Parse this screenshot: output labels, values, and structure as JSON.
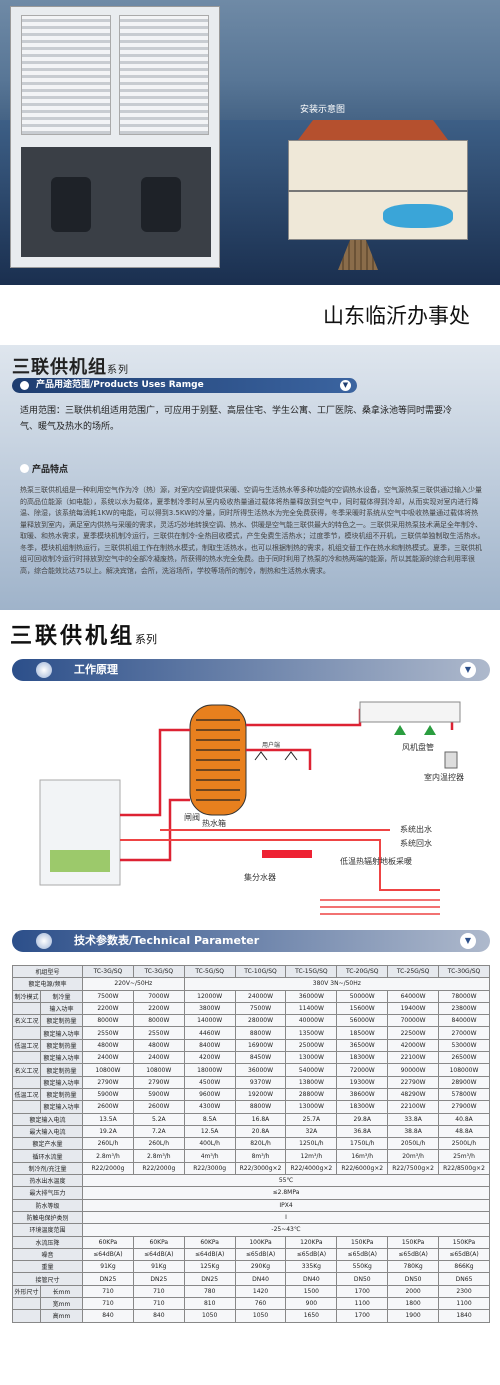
{
  "hero": {
    "install_label": "安装示意图"
  },
  "city_label": "山东临沂办事处",
  "series": {
    "title": "三联供机组",
    "suffix": "系列"
  },
  "usage_bar": {
    "label": "产品用途范围/Products Uses Ramge"
  },
  "usage_text": "适用范围：三联供机组适用范围广，可应用于别墅、高层住宅、学生公寓、工厂医院、桑拿泳池等同时需要冷气、暖气及热水的场所。",
  "features": {
    "title": "产品特点",
    "text": "热泵三联供机组是一种利用空气作为冷（热）源，对室内空调提供采暖、空调与生活热水等多种功能的空调热水设备，空气源热泵三联供通过输入少量的高品位能源（如电能），系统以水为载体，夏季制冷季时从室内吸收热量通过载体将热量释放到空气中，同时载体得到冷却，从而实现对室内进行降温、除湿，该系统每消耗1KW的电能，可以得到3.5KW的冷量，同时所得生活热水为完全免费获得，冬季采暖时系统从空气中吸收热量通过载体将热量释放到室内，满足室内供热与采暖的需求，灵活巧妙地转换空调、热水、供暖是空气能三联供最大的特色之一。三联供采用热泵技术满足全年制冷、取暖、和热水需求，夏季模块机制冷运行，三联供在制冷-全热回收模式，产生免费生活热水；过度季节，模块机组不开机，三联供单独制取生活热水。冬季，模块机组制热运行，三联供机组工作在制热水模式，制取生活热水，也可以根据制热的需求，机组交替工作在热水和制热模式。夏季，三联供机组可回收制冷运行时排放到空气中的全部冷凝废热，所获得的热水完全免费。由于同时利用了热泵的冷和热两端的能源，所以其能源的综合利用率很高，综合能效比达75以上。解决宾馆，会所，洗浴场所，学校等场所的制冷，制热和生活热水需求。"
  },
  "series2": {
    "title": "三联供机组",
    "suffix": "系列"
  },
  "work_bar": {
    "label": "工作原理"
  },
  "diagram": {
    "tank": "热水箱",
    "user": "用户端",
    "fan": "风机盘管",
    "thermostat": "室内温控器",
    "valve": "闸阀",
    "supply": "系统出水",
    "return": "系统回水",
    "floor": "低温热辐射地板采暖",
    "manifold": "集分水器"
  },
  "param_bar": {
    "label": "技术参数表/Technical Parameter"
  },
  "table": {
    "header": [
      "机组型号",
      "TC-3G/SQ",
      "TC-3G/SQ",
      "TC-5G/SQ",
      "TC-10G/SQ",
      "TC-15G/SQ",
      "TC-20G/SQ",
      "TC-25G/SQ",
      "TC-30G/SQ"
    ],
    "rows": [
      [
        "额定电源/频率",
        "220V~/50Hz",
        "",
        "",
        "380V 3N~/50Hz",
        "",
        "",
        "",
        ""
      ],
      [
        "制冷模式",
        "制冷量",
        "7500W",
        "7000W",
        "12000W",
        "24000W",
        "36000W",
        "50000W",
        "64000W",
        "78000W"
      ],
      [
        "",
        "输入功率",
        "2200W",
        "2200W",
        "3800W",
        "7500W",
        "11400W",
        "15600W",
        "19400W",
        "23800W"
      ],
      [
        "名义工况",
        "额定制热量",
        "8000W",
        "8000W",
        "14000W",
        "28000W",
        "40000W",
        "56000W",
        "70000W",
        "84000W"
      ],
      [
        "",
        "额定输入功率",
        "2550W",
        "2550W",
        "4460W",
        "8800W",
        "13500W",
        "18500W",
        "22500W",
        "27000W"
      ],
      [
        "低温工况",
        "额定制热量",
        "4800W",
        "4800W",
        "8400W",
        "16900W",
        "25000W",
        "36500W",
        "42000W",
        "53000W"
      ],
      [
        "",
        "额定输入功率",
        "2400W",
        "2400W",
        "4200W",
        "8450W",
        "13000W",
        "18300W",
        "22100W",
        "26500W"
      ],
      [
        "名义工况",
        "额定制热量",
        "10800W",
        "10800W",
        "18000W",
        "36000W",
        "54000W",
        "72000W",
        "90000W",
        "108000W"
      ],
      [
        "",
        "额定输入功率",
        "2790W",
        "2790W",
        "4500W",
        "9370W",
        "13800W",
        "19300W",
        "22790W",
        "28900W"
      ],
      [
        "低温工况",
        "额定制热量",
        "5900W",
        "5900W",
        "9600W",
        "19200W",
        "28800W",
        "38600W",
        "48290W",
        "57800W"
      ],
      [
        "",
        "额定输入功率",
        "2600W",
        "2600W",
        "4300W",
        "8800W",
        "13000W",
        "18300W",
        "22100W",
        "27900W"
      ],
      [
        "额定输入电流",
        "",
        "13.5A",
        "5.2A",
        "8.5A",
        "16.8A",
        "25.7A",
        "29.8A",
        "33.8A",
        "40.8A"
      ],
      [
        "最大输入电流",
        "",
        "19.2A",
        "7.2A",
        "12.5A",
        "20.8A",
        "32A",
        "36.8A",
        "38.8A",
        "48.8A"
      ],
      [
        "额定产水量",
        "",
        "260L/h",
        "260L/h",
        "400L/h",
        "820L/h",
        "1250L/h",
        "1750L/h",
        "2050L/h",
        "2500L/h"
      ],
      [
        "循环水流量",
        "",
        "2.8m³/h",
        "2.8m³/h",
        "4m³/h",
        "8m³/h",
        "12m³/h",
        "16m³/h",
        "20m³/h",
        "25m³/h"
      ],
      [
        "制冷剂/充注量",
        "",
        "R22/2000g",
        "R22/2000g",
        "R22/3000g",
        "R22/3000g×2",
        "R22/4000g×2",
        "R22/6000g×2",
        "R22/7500g×2",
        "R22/8500g×2"
      ],
      [
        "热水出水温度",
        "",
        "55℃",
        "",
        "",
        "",
        "",
        "",
        "",
        ""
      ],
      [
        "最大排气压力",
        "",
        "≤2.8MPa",
        "",
        "",
        "",
        "",
        "",
        "",
        ""
      ],
      [
        "防水等级",
        "",
        "IPX4",
        "",
        "",
        "",
        "",
        "",
        "",
        ""
      ],
      [
        "防触电保护类别",
        "",
        "I",
        "",
        "",
        "",
        "",
        "",
        "",
        ""
      ],
      [
        "环境温度范围",
        "",
        "-25~43℃",
        "",
        "",
        "",
        "",
        "",
        "",
        ""
      ],
      [
        "水流压降",
        "",
        "60KPa",
        "60KPa",
        "60KPa",
        "100KPa",
        "120KPa",
        "150KPa",
        "150KPa",
        "150KPa"
      ],
      [
        "噪音",
        "",
        "≤64dB(A)",
        "≤64dB(A)",
        "≤64dB(A)",
        "≤65dB(A)",
        "≤65dB(A)",
        "≤65dB(A)",
        "≤65dB(A)",
        "≤65dB(A)"
      ],
      [
        "重量",
        "",
        "91Kg",
        "91Kg",
        "125Kg",
        "290Kg",
        "335Kg",
        "550Kg",
        "780Kg",
        "866Kg"
      ],
      [
        "接管尺寸",
        "",
        "DN25",
        "DN25",
        "DN25",
        "DN40",
        "DN40",
        "DN50",
        "DN50",
        "DN65"
      ],
      [
        "外形尺寸",
        "长mm",
        "710",
        "710",
        "780",
        "1420",
        "1500",
        "1700",
        "2000",
        "2300"
      ],
      [
        "",
        "宽mm",
        "710",
        "710",
        "810",
        "760",
        "900",
        "1100",
        "1800",
        "1100"
      ],
      [
        "",
        "高mm",
        "840",
        "840",
        "1050",
        "1050",
        "1650",
        "1700",
        "1900",
        "1840"
      ]
    ]
  }
}
